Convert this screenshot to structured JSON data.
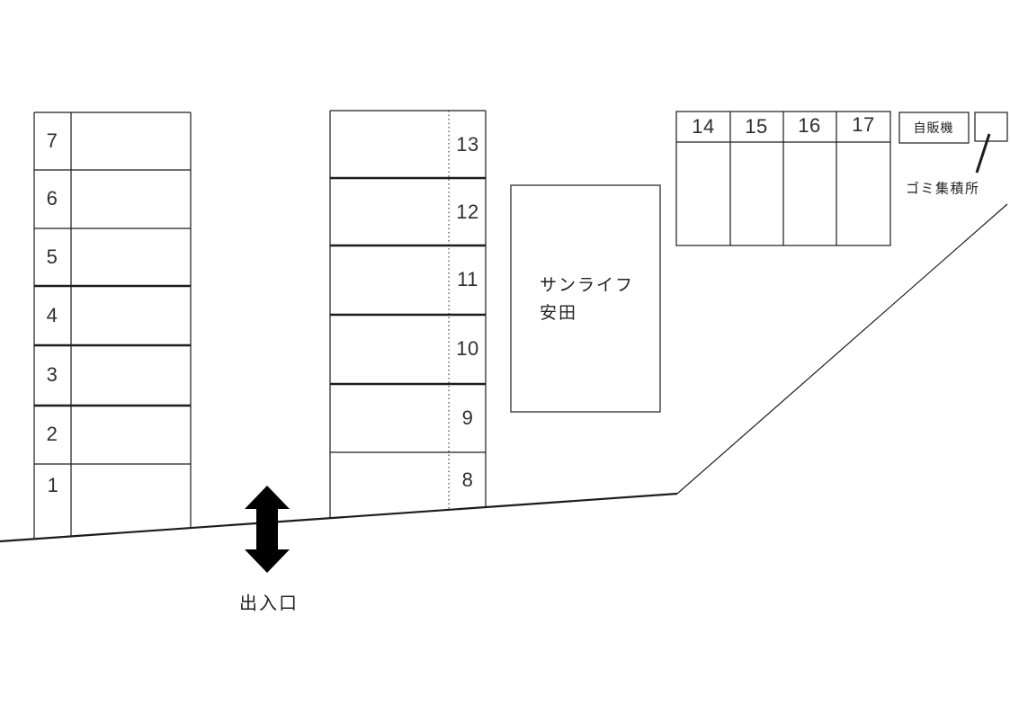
{
  "colors": {
    "background": "#ffffff",
    "line": "#1c1c1c",
    "arrow": "#000000",
    "text": "#2f2f2f"
  },
  "lots": {
    "left_column": {
      "spaces": [
        "7",
        "6",
        "5",
        "4",
        "3",
        "2",
        "1"
      ]
    },
    "middle_column": {
      "spaces": [
        "13",
        "12",
        "11",
        "10",
        "9",
        "8"
      ]
    },
    "top_row": {
      "spaces": [
        "14",
        "15",
        "16",
        "17"
      ]
    }
  },
  "building": {
    "name_line1": "サンライフ",
    "name_line2": "安田"
  },
  "vending_machine": {
    "label": "自販機"
  },
  "garbage_area": {
    "label": "ゴミ集積所"
  },
  "entrance": {
    "label": "出入口"
  }
}
